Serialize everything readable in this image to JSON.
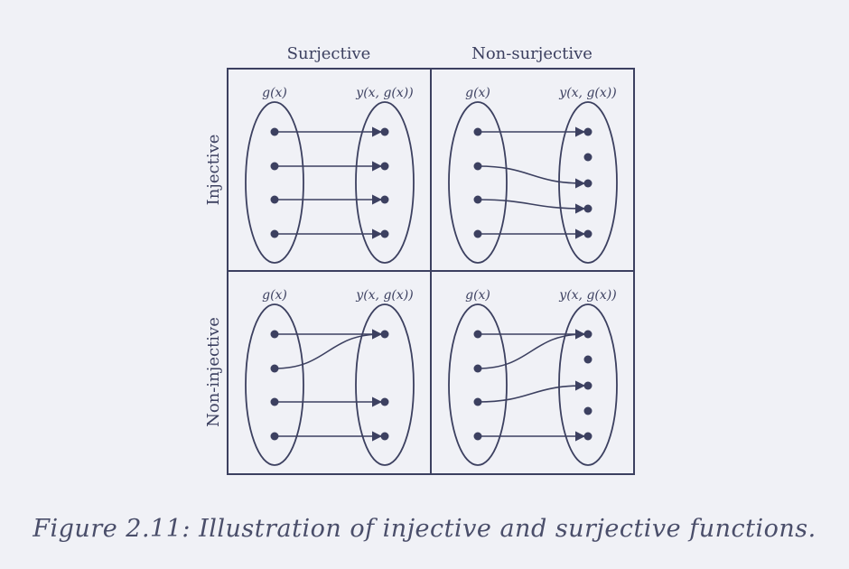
{
  "figure": {
    "col_headers": [
      "Surjective",
      "Non-surjective"
    ],
    "row_headers": [
      "Injective",
      "Non-injective"
    ],
    "domain_label": "g(x)",
    "codomain_label": "y(x, g(x))",
    "panels": [
      {
        "id": "injective-surjective",
        "domain_points": 4,
        "codomain_points": 4,
        "mappings": [
          [
            0,
            0
          ],
          [
            1,
            1
          ],
          [
            2,
            2
          ],
          [
            3,
            3
          ]
        ]
      },
      {
        "id": "injective-non-surjective",
        "domain_points": 4,
        "codomain_points": 5,
        "mappings": [
          [
            0,
            0
          ],
          [
            1,
            2
          ],
          [
            2,
            3
          ],
          [
            3,
            4
          ]
        ]
      },
      {
        "id": "non-injective-surjective",
        "domain_points": 4,
        "codomain_points": 3,
        "mappings": [
          [
            0,
            0
          ],
          [
            1,
            0
          ],
          [
            2,
            1
          ],
          [
            3,
            2
          ]
        ]
      },
      {
        "id": "non-injective-non-surjective",
        "domain_points": 4,
        "codomain_points": 5,
        "mappings": [
          [
            0,
            0
          ],
          [
            1,
            0
          ],
          [
            2,
            2
          ],
          [
            3,
            4
          ]
        ]
      }
    ],
    "colors": {
      "ink": "#3c4060",
      "background": "#f0f1f6"
    }
  },
  "caption": "Figure 2.11: Illustration of injective and surjective functions."
}
